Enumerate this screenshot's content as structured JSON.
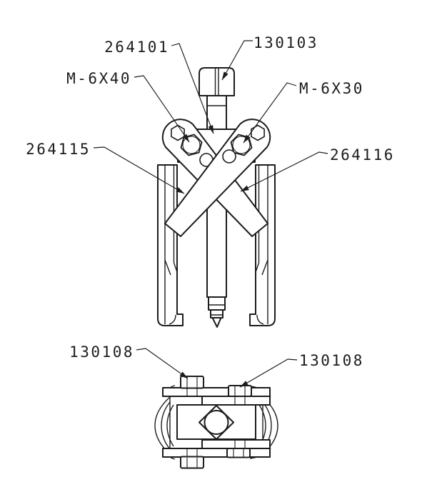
{
  "diagram": {
    "background": "#ffffff",
    "line_color": "#1c1c1c",
    "parts": {
      "spindle": "264101",
      "top_nut": "130103",
      "bolt_left": "M-6X40",
      "bolt_right": "M-6X30",
      "left_arm": "264115",
      "right_arm": "264116",
      "fastener_bottom_left": "130108",
      "fastener_bottom_right": "130108"
    }
  }
}
